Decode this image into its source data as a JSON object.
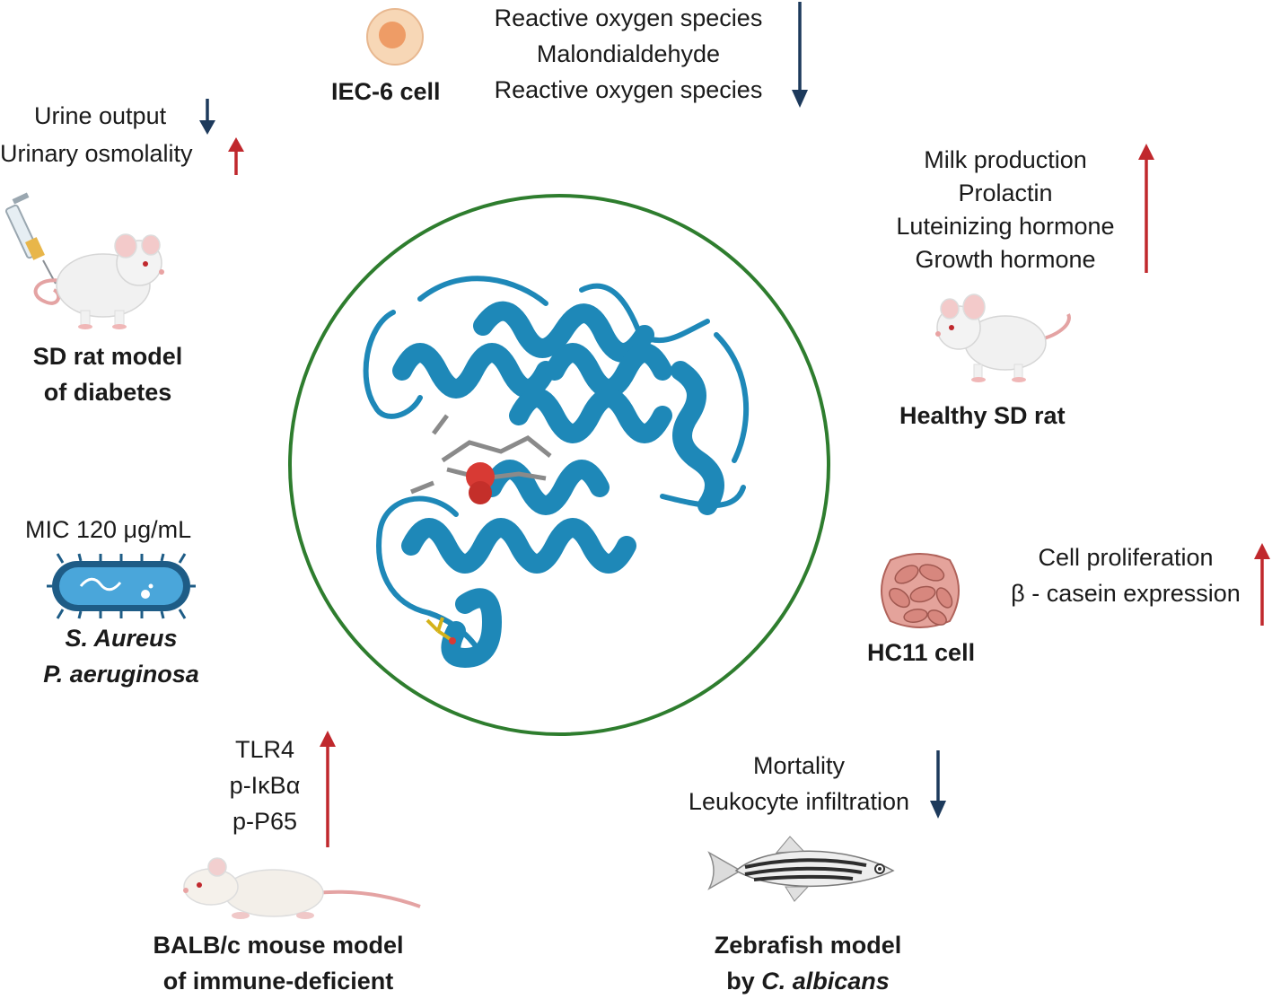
{
  "colors": {
    "down_arrow": "#1d3a5c",
    "up_arrow": "#c0282d",
    "circle": "#2e7d2e",
    "protein": "#1e88b8"
  },
  "protein": {
    "icon": "myoglobin-ribbon-structure"
  },
  "iec6": {
    "label": "IEC-6 cell",
    "effects": [
      "Reactive oxygen species",
      "Malondialdehyde",
      "Reactive oxygen species"
    ],
    "direction": "down"
  },
  "diabetes": {
    "effects": [
      "Urine output",
      "Urinary osmolality"
    ],
    "label_line1": "SD rat model",
    "label_line2": "of diabetes"
  },
  "healthy_rat": {
    "effects": [
      "Milk production",
      "Prolactin",
      "Luteinizing hormone",
      "Growth hormone"
    ],
    "direction": "up",
    "label": "Healthy SD rat"
  },
  "bacteria": {
    "mic": "MIC 120  μg/mL",
    "species1": "S. Aureus",
    "species2": "P. aeruginosa"
  },
  "hc11": {
    "effects": [
      "Cell proliferation",
      "β - casein expression"
    ],
    "direction": "up",
    "label": "HC11 cell"
  },
  "balbc": {
    "effects": [
      "TLR4",
      "p-IκBα",
      "p-P65"
    ],
    "direction": "up",
    "label_line1": "BALB/c mouse model",
    "label_line2": "of immune-deficient"
  },
  "zebrafish": {
    "effects": [
      "Mortality",
      "Leukocyte infiltration"
    ],
    "direction": "down",
    "label_line1": "Zebrafish model",
    "label_line2_prefix": "by ",
    "label_line2_italic": "C. albicans"
  }
}
